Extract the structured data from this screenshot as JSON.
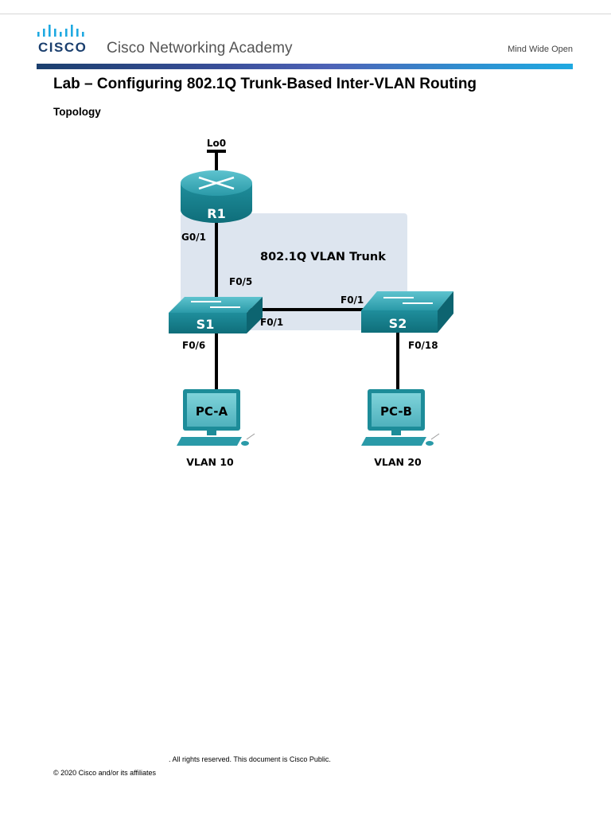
{
  "header": {
    "brand_wordmark": "CISCO",
    "academy_name": "Cisco Networking Academy",
    "tagline": "Mind Wide Open"
  },
  "document": {
    "title": "Lab – Configuring 802.1Q Trunk-Based Inter-VLAN Routing",
    "section_heading": "Topology"
  },
  "topology": {
    "loopback_label": "Lo0",
    "router_label": "R1",
    "router_port": "G0/1",
    "trunk_label": "802.1Q  VLAN Trunk",
    "s1_label": "S1",
    "s1_port_up": "F0/5",
    "s1_port_link": "F0/1",
    "s1_port_down": "F0/6",
    "s2_label": "S2",
    "s2_port_link": "F0/1",
    "s2_port_down": "F0/18",
    "pca_label": "PC-A",
    "pca_vlan": "VLAN 10",
    "pcb_label": "PC-B",
    "pcb_vlan": "VLAN 20",
    "colors": {
      "device_teal": "#1b8a99",
      "trunk_area": "#dde5ef",
      "link": "#000000"
    }
  },
  "footer": {
    "rights": ". All rights reserved. This document is Cisco Public.",
    "copyright": "© 2020 Cisco and/or its affiliates"
  }
}
